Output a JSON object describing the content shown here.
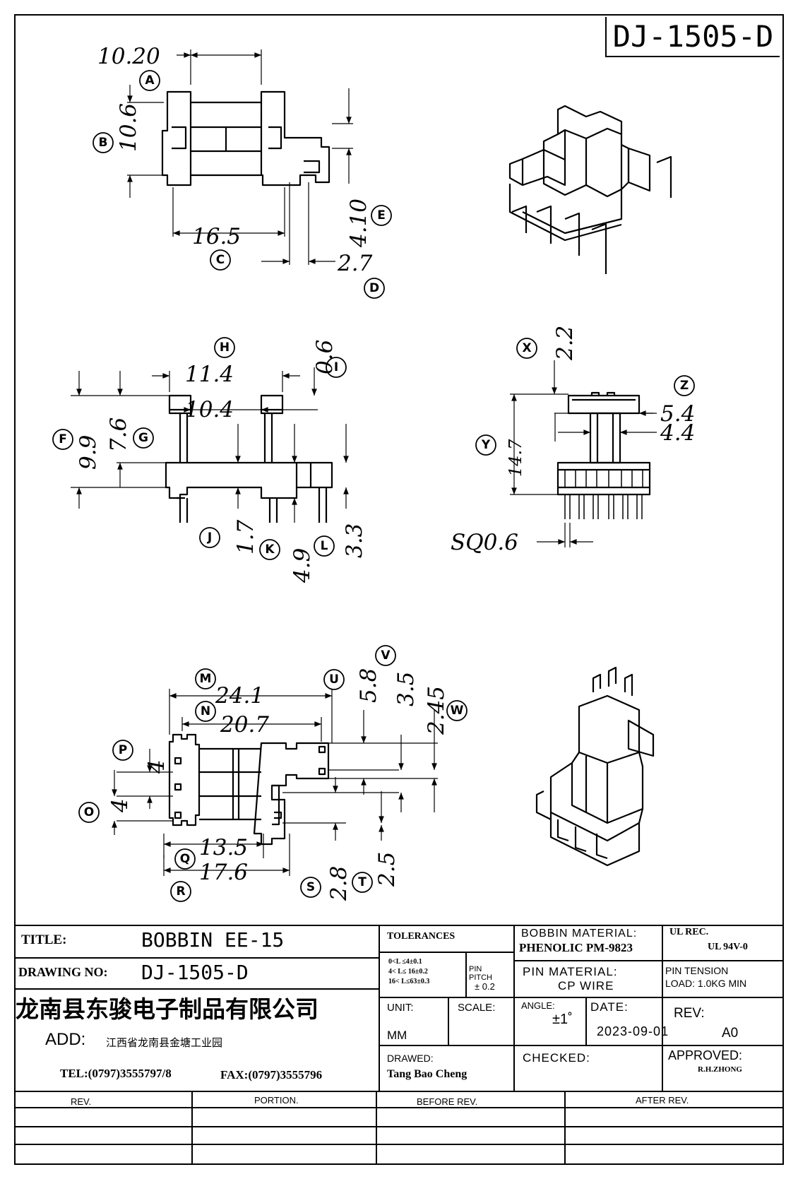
{
  "drawing_code": "DJ-1505-D",
  "view_top": {
    "dims": {
      "w_10_20": "10.20",
      "h_10_6": "10.6",
      "w_16_5": "16.5",
      "h_4_10": "4.10",
      "w_2_7": "2.7"
    },
    "bubbles": {
      "a": "A",
      "b": "B",
      "c": "C",
      "d": "D",
      "e": "E"
    }
  },
  "view_side": {
    "dims": {
      "w_11_4": "11.4",
      "w_10_4": "10.4",
      "h_0_6": "0.6",
      "h_9_9": "9.9",
      "h_7_6": "7.6",
      "h_1_7": "1.7",
      "h_4_9": "4.9",
      "h_3_3": "3.3"
    },
    "bubbles": {
      "f": "F",
      "g": "G",
      "h": "H",
      "i": "I",
      "j": "J",
      "k": "K",
      "l": "L"
    }
  },
  "view_front": {
    "dims": {
      "h_2_2": "2.2",
      "w_5_4": "5.4",
      "w_4_4": "4.4",
      "h_14_7": "14.7",
      "sq": "SQ0.6"
    },
    "bubbles": {
      "x": "X",
      "y": "Y",
      "z": "Z"
    }
  },
  "view_bottom": {
    "dims": {
      "w_24_1": "24.1",
      "w_20_7": "20.7",
      "h_5_8": "5.8",
      "h_3_5": "3.5",
      "h_2_45": "2.45",
      "h_4a": "4",
      "h_4b": "4",
      "w_13_5": "13.5",
      "w_17_6": "17.6",
      "h_2_8": "2.8",
      "h_2_5": "2.5"
    },
    "bubbles": {
      "m": "M",
      "n": "N",
      "o": "O",
      "p": "P",
      "q": "Q",
      "r": "R",
      "s": "S",
      "t": "T",
      "u": "U",
      "v": "V",
      "w": "W"
    }
  },
  "title_block": {
    "title_label": "TITLE:",
    "title_value": "BOBBIN EE-15",
    "drawing_no_label": "DRAWING NO:",
    "drawing_no_value": "DJ-1505-D",
    "company": "龙南县东骏电子制品有限公司",
    "address_label": "ADD:",
    "address_value": "江西省龙南县金塘工业园",
    "tel": "TEL:(0797)3555797/8",
    "fax": "FAX:(0797)3555796",
    "tolerances_label": "TOLERANCES",
    "tol_1": "0<L ≤4±0.1",
    "tol_2": "4< L≤ 16±0.2",
    "tol_3": "16< L≤63±0.3",
    "pin_pitch_label_1": "PIN",
    "pin_pitch_label_2": "PITCH",
    "pin_pitch_value": "± 0.2",
    "unit_label": "UNIT:",
    "unit_value": "MM",
    "scale_label": "SCALE:",
    "drawed_label": "DRAWED:",
    "drawed_value": "Tang Bao Cheng",
    "bobbin_material_label": "BOBBIN MATERIAL:",
    "bobbin_material_value": "PHENOLIC  PM-9823",
    "ul_label": "UL REC.",
    "ul_value": "UL  94V-0",
    "pin_material_label": "PIN MATERIAL:",
    "pin_material_value": "CP WIRE",
    "pin_tension_label": "PIN TENSION",
    "pin_tension_value": "LOAD:  1.0KG MIN",
    "angle_label": "ANGLE:",
    "angle_value": "±1˚",
    "date_label": "DATE:",
    "date_value": "2023-09-01",
    "rev_label": "REV:",
    "rev_value": "A0",
    "checked_label": "CHECKED:",
    "approved_label": "APPROVED:",
    "approved_value": "R.H.ZHONG"
  },
  "revision_table": {
    "headers": [
      "REV.",
      "PORTION.",
      "BEFORE REV.",
      "AFTER REV."
    ]
  }
}
